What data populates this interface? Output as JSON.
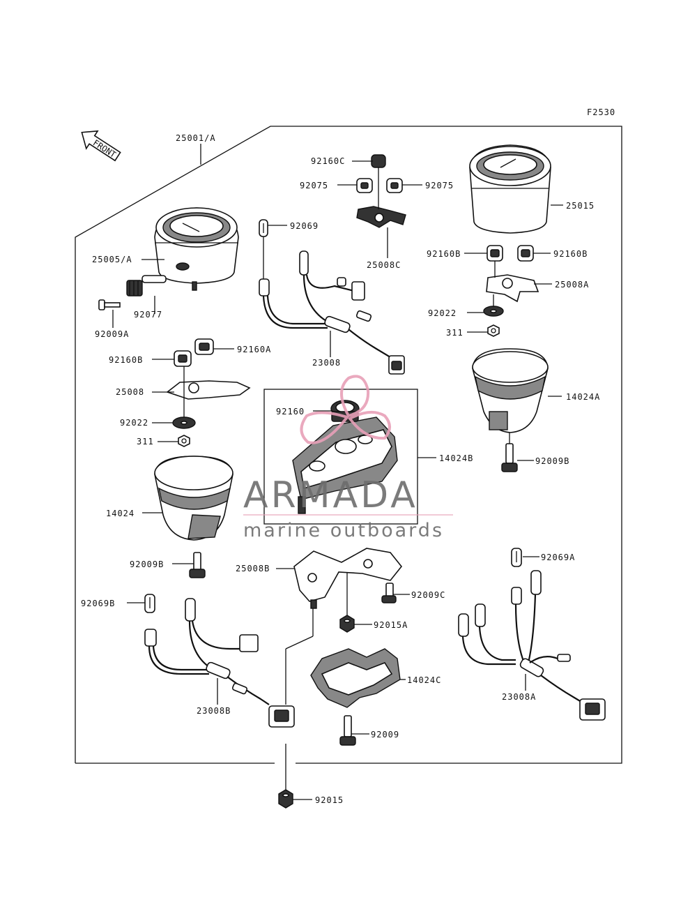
{
  "diagram": {
    "figure_code": "F2530",
    "direction_marker": "FRONT",
    "labels": {
      "p25001A": "25001/A",
      "p92160C": "92160C",
      "p92075L": "92075",
      "p92075R": "92075",
      "p25015": "25015",
      "p92069": "92069",
      "p25005A": "25005/A",
      "p25008C": "25008C",
      "p92160B_r1": "92160B",
      "p92160B_r2": "92160B",
      "p25008A": "25008A",
      "p92077": "92077",
      "p92009A": "92009A",
      "p92022_r": "92022",
      "p311_r": "311",
      "p92160B_l": "92160B",
      "p92160A": "92160A",
      "p23008": "23008",
      "p25008": "25008",
      "p92160": "92160",
      "p14024A": "14024A",
      "p92022_l": "92022",
      "p311_l": "311",
      "p14024B": "14024B",
      "p92009B_r": "92009B",
      "p14024": "14024",
      "p92009B_l": "92009B",
      "p25008B": "25008B",
      "p92069A": "92069A",
      "p92009C": "92009C",
      "p92069B": "92069B",
      "p92015A": "92015A",
      "p14024C": "14024C",
      "p23008A": "23008A",
      "p23008B": "23008B",
      "p92009": "92009",
      "p92015": "92015"
    }
  },
  "watermark": {
    "brand": "ARMADA",
    "tagline": "marine outboards",
    "colors": {
      "logo_pink": "#e8a0b8",
      "text_grey": "#6d6d6d"
    }
  }
}
